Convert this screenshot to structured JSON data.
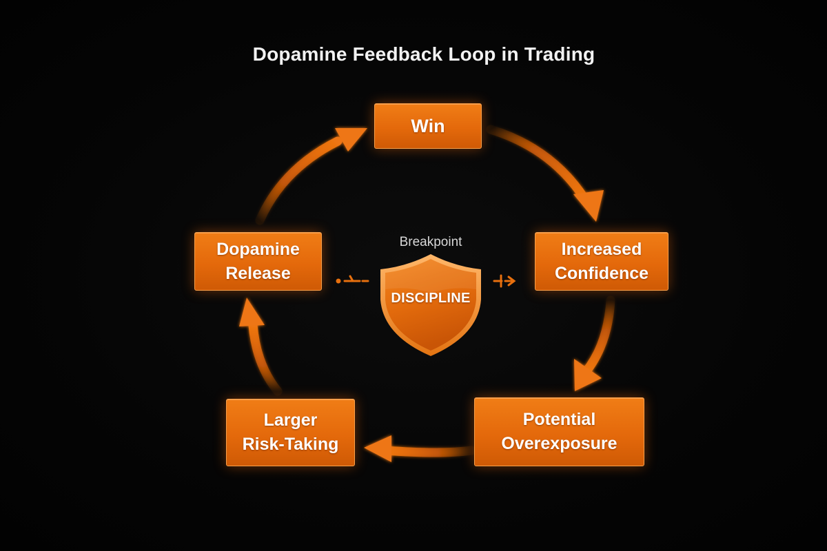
{
  "title": "Dopamine Feedback Loop in Trading",
  "nodes": {
    "win": "Win",
    "increased_confidence": {
      "line1": "Increased",
      "line2": "Confidence"
    },
    "potential_overexposure": {
      "line1": "Potential",
      "line2": "Overexposure"
    },
    "larger_risk_taking": {
      "line1": "Larger",
      "line2": "Risk-Taking"
    },
    "dopamine_release": {
      "line1": "Dopamine",
      "line2": "Release"
    }
  },
  "center": {
    "label": "Breakpoint",
    "shield_text": "DISCIPLINE"
  },
  "colors": {
    "background": "#050505",
    "accent": "#e8700e",
    "arrow": "#e26a0a",
    "text": "#ffffff"
  },
  "icons": {
    "shield": "shield-icon",
    "break_left": "broken-arrow-left-icon",
    "break_right": "broken-arrow-right-icon"
  }
}
